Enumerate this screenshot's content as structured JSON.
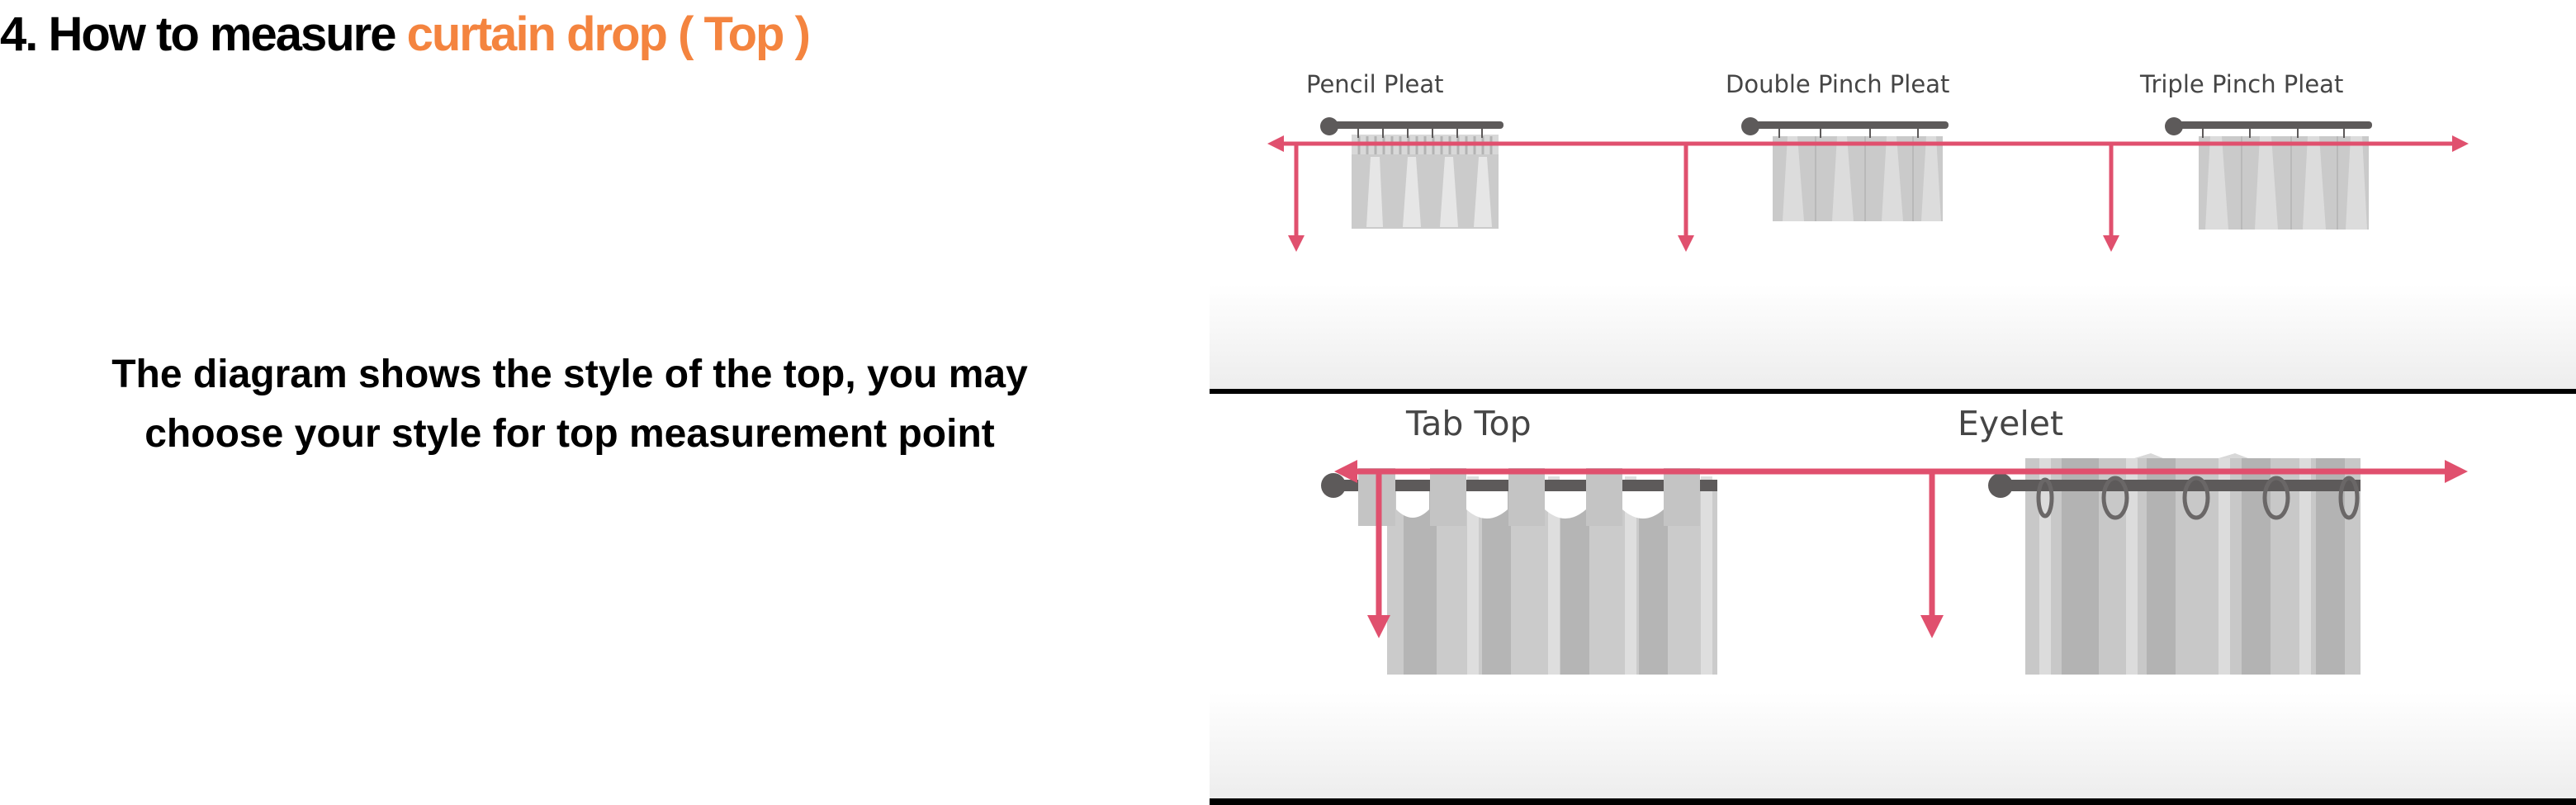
{
  "title": {
    "prefix": "4. How to measure ",
    "highlight": "curtain drop ( Top )"
  },
  "description": {
    "line1": "The diagram shows the style of the top, you may",
    "line2": "choose your style for top measurement point"
  },
  "panels": [
    {
      "styles": [
        "Pencil Pleat",
        "Double Pinch Pleat",
        "Triple Pinch Pleat"
      ]
    },
    {
      "styles": [
        "Tab Top",
        "Eyelet"
      ]
    }
  ],
  "colors": {
    "title_text": "#000000",
    "title_highlight": "#f4843f",
    "measure_arrow": "#e0506e",
    "curtain_rod": "#5d5a5a",
    "curtain_fabric": "#cacaca",
    "floor_shade": "#eeeeee",
    "panel_divider": "#000000"
  }
}
